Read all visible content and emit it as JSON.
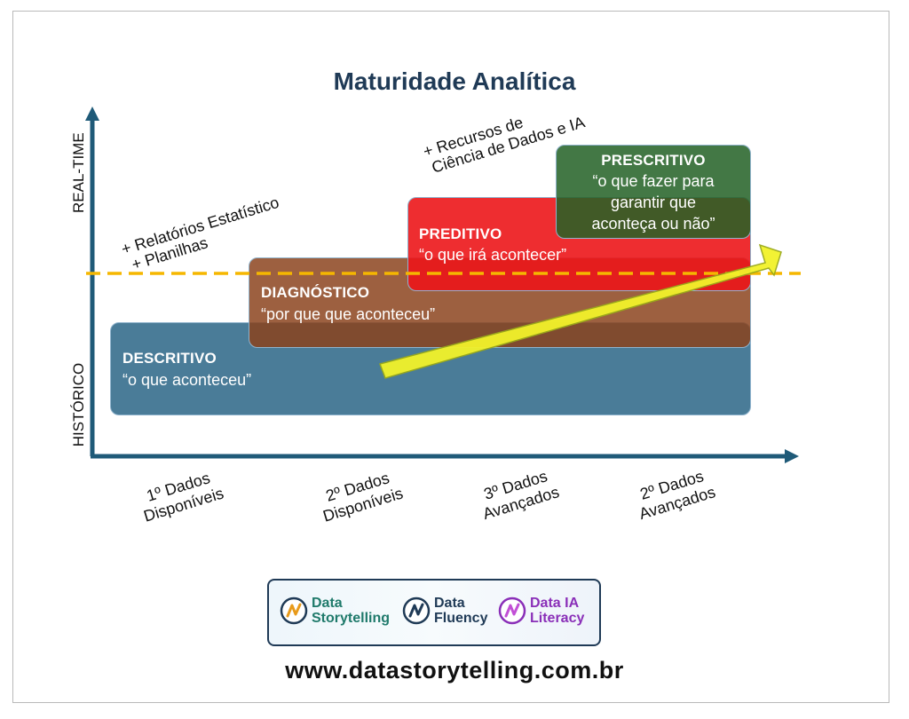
{
  "title": "Maturidade Analítica",
  "y_axis": {
    "top_label": "REAL-TIME",
    "bottom_label": "HISTÓRICO"
  },
  "x_axis_ticks": [
    {
      "line1": "1º Dados",
      "line2": "Disponíveis"
    },
    {
      "line1": "2º Dados",
      "line2": "Disponíveis"
    },
    {
      "line1": "3º Dados",
      "line2": "Avançados"
    },
    {
      "line1": "2º Dados",
      "line2": "Avançados"
    }
  ],
  "stages": {
    "descritivo": {
      "label": "DESCRITIVO",
      "quote": "“o que aconteceu”"
    },
    "diagnostico": {
      "label": "DIAGNÓSTICO",
      "quote": "“por que que aconteceu”"
    },
    "preditivo": {
      "label": "PREDITIVO",
      "quote": "“o que irá acontecer”"
    },
    "prescritivo": {
      "label": "PRESCRITIVO",
      "quote_l1": "“o que fazer para",
      "quote_l2": "garantir  que",
      "quote_l3": "aconteça ou não”"
    }
  },
  "notes": {
    "relatorios_l1": "+ Relatórios Estatístico",
    "relatorios_l2": "+ Planilhas",
    "recursos_l1": "+ Recursos de",
    "recursos_l2": "Ciência de Dados e IA"
  },
  "logos": [
    {
      "line1": "Data",
      "line2": "Storytelling",
      "color": "#1f7a6b",
      "icon": "ds-logo-icon"
    },
    {
      "line1": "Data",
      "line2": "Fluency",
      "color": "#1f3a56",
      "icon": "df-logo-icon"
    },
    {
      "line1": "Data IA",
      "line2": "Literacy",
      "color": "#8a2fb8",
      "icon": "dl-logo-icon"
    }
  ],
  "url": "www.datastorytelling.com.br",
  "colors": {
    "descritivo": "#4a7c98",
    "diagnostico": "#8a421c",
    "preditivo": "#ec161a",
    "prescritivo": "#246226",
    "axis": "#1f5a78",
    "dashed_line": "#f5b700",
    "arrow": "#f2f22a"
  }
}
